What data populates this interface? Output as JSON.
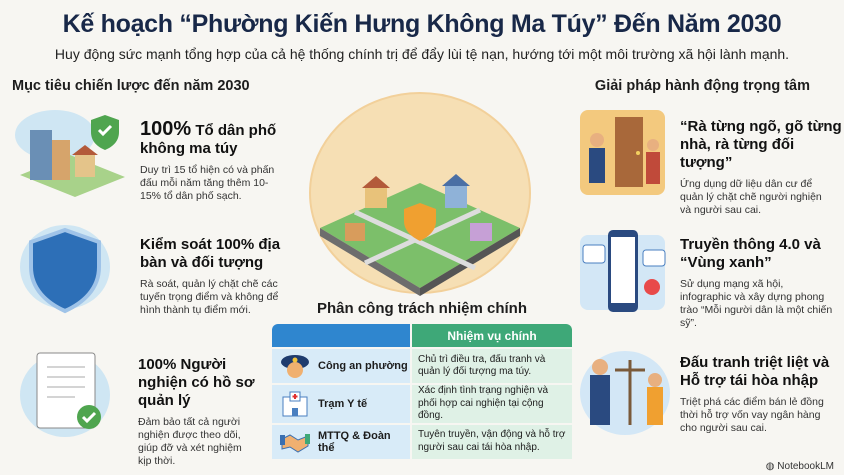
{
  "header": {
    "title": "Kế hoạch “Phường Kiến Hưng Không Ma Túy” Đến Năm 2030",
    "subtitle": "Huy động sức mạnh tổng hợp của cả hệ thống chính trị để đẩy lùi tệ nạn, hướng tới một môi trường xã hội lành mạnh."
  },
  "left": {
    "heading": "Mục tiêu chiến lược đến năm 2030",
    "items": [
      {
        "title_big": "100%",
        "title_rest": "Tổ dân phố không ma túy",
        "desc": "Duy trì 15 tổ hiện có và phấn đấu mỗi năm tăng thêm 10-15% tổ dân phố sạch.",
        "icon": "neighborhood-shield-icon"
      },
      {
        "title": "Kiểm soát 100% địa bàn và đối tượng",
        "desc": "Rà soát, quản lý chặt chẽ các tuyến trọng điểm và không để hình thành tụ điểm mới.",
        "icon": "shield-icon"
      },
      {
        "title": "100% Người nghiện có hồ sơ quản lý",
        "desc": "Đảm bảo tất cả người nghiện được theo dõi, giúp đỡ và xét nghiệm kịp thời.",
        "icon": "document-check-icon"
      }
    ]
  },
  "right": {
    "heading": "Giải pháp hành động trọng tâm",
    "items": [
      {
        "title": "“Rà từng ngõ, gõ từng nhà, rà từng đối tượng”",
        "desc": "Ứng dụng dữ liệu dân cư để quản lý chặt chẽ người nghiện và người sau cai.",
        "icon": "door-visit-icon"
      },
      {
        "title": "Truyền thông 4.0 và “Vùng xanh”",
        "desc": "Sử dụng mạng xã hội, infographic và xây dựng phong trào “Mỗi người dân là một chiến sỹ”.",
        "icon": "smartphone-media-icon"
      },
      {
        "title": "Đấu tranh triệt liệt và Hỗ trợ tái hòa nhập",
        "desc": "Triệt phá các điểm bán lẻ đồng thời hỗ trợ vốn vay ngân hàng cho người sau cai.",
        "icon": "justice-scale-icon"
      }
    ]
  },
  "table": {
    "title": "Phân công trách nhiệm chính",
    "header_left": "",
    "header_right": "Nhiệm vụ chính",
    "rows": [
      {
        "unit": "Công an phường",
        "task": "Chủ trì điều tra, đấu tranh và quản lý đối tượng ma túy.",
        "icon": "police-cap-icon"
      },
      {
        "unit": "Trạm Y tế",
        "task": "Xác định tình trạng nghiện và phối hợp cai nghiện tại cộng đồng.",
        "icon": "hospital-icon"
      },
      {
        "unit": "MTTQ & Đoàn thể",
        "task": "Tuyên truyền, vận động và hỗ trợ người sau cai tái hòa nhập.",
        "icon": "handshake-icon"
      }
    ]
  },
  "footer": {
    "brand": "NotebookLM"
  },
  "colors": {
    "title": "#182848",
    "table_blue": "#2f86cf",
    "table_green": "#3ea878"
  }
}
